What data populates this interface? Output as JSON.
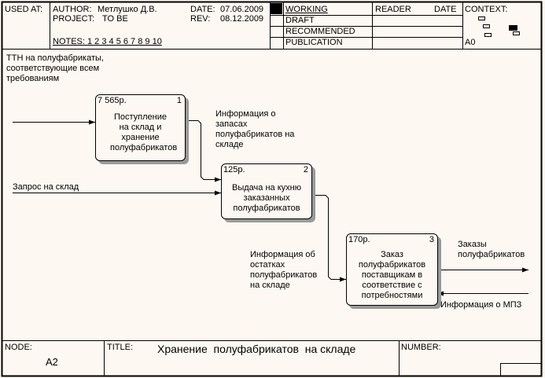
{
  "header": {
    "used_at": "USED AT:",
    "author_label": "AUTHOR:",
    "author": "Метлушко Д.В.",
    "project_label": "PROJECT:",
    "project": "TO BE",
    "date_label": "DATE:",
    "date": "07.06.2009",
    "rev_label": "REV:",
    "rev": "08.12.2009",
    "notes": "NOTES:  1  2  3  4  5  6  7  8  9  10",
    "status": [
      "WORKING",
      "DRAFT",
      "RECOMMENDED",
      "PUBLICATION"
    ],
    "reader": "READER",
    "reader_date": "DATE",
    "context": "CONTEXT:",
    "context_node": "A0"
  },
  "boxes": [
    {
      "cost": "7 565р.",
      "num": "1",
      "label": "Поступление на склад и хранение полуфабрикатов"
    },
    {
      "cost": "125р.",
      "num": "2",
      "label": "Выдача на кухню заказанных полуфабрикатов"
    },
    {
      "cost": "170р.",
      "num": "3",
      "label": "Заказ полуфабрикатов поставщикам в соответствие с потребностями"
    }
  ],
  "arrows": {
    "a1": "ТТН на полуфабрикаты, соответствующие всем требованиям",
    "a2": "Информация о запасах полуфабрикатов на складе",
    "a3": "Запрос на склад",
    "a4": "Информация об остатках полуфабрикатов на складе",
    "a5": "Заказы полуфабрикатов",
    "a6": "Информация о МПЗ"
  },
  "footer": {
    "node_label": "NODE:",
    "node": "A2",
    "title_label": "TITLE:",
    "title": "Хранение  полуфабрикатов  на складе",
    "number_label": "NUMBER:"
  }
}
